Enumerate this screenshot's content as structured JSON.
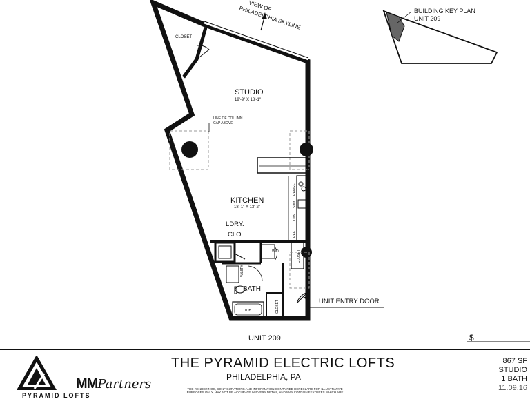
{
  "plan": {
    "view_note": "VIEW OF\nPHILADELPHIA SKYLINE",
    "key_plan_title": "BUILDING KEY PLAN",
    "key_plan_unit": "UNIT 209",
    "rooms": {
      "closet_top": "CLOSET",
      "studio": "STUDIO",
      "studio_dims": "19'-9\" X 18'-1\"",
      "column_note_1": "LINE OF COLUMN",
      "column_note_2": "CAP ABOVE",
      "kitchen": "KITCHEN",
      "kitchen_dims": "18'-1\" X 13'-2\"",
      "ldry_1": "LDRY.",
      "ldry_2": "CLO.",
      "bath": "BATH",
      "tub": "TUB",
      "closet_bath": "CLOSET",
      "closet_entry": "CLOSET",
      "vanity": "VANITY",
      "range": "RANGE",
      "sink": "SINK",
      "dw": "D/W",
      "ref": "REF.",
      "wd": "W/D"
    },
    "entry_label": "UNIT ENTRY DOOR",
    "unit_label": "UNIT 209",
    "price_symbol": "$"
  },
  "footer": {
    "brand_name": "PYRAMID LOFTS",
    "partner_mm": "MM",
    "partner_word": "Partners",
    "title": "THE PYRAMID ELECTRIC LOFTS",
    "location": "PHILADELPHIA, PA",
    "disclaimer": "The renderings, configurations and information contained herein are for illustrative purposes only, may not be accurate in every detail, and may contain features which are",
    "area": "867 SF",
    "type": "STUDIO",
    "baths": "1 BATH",
    "extra": "11.09.16"
  }
}
